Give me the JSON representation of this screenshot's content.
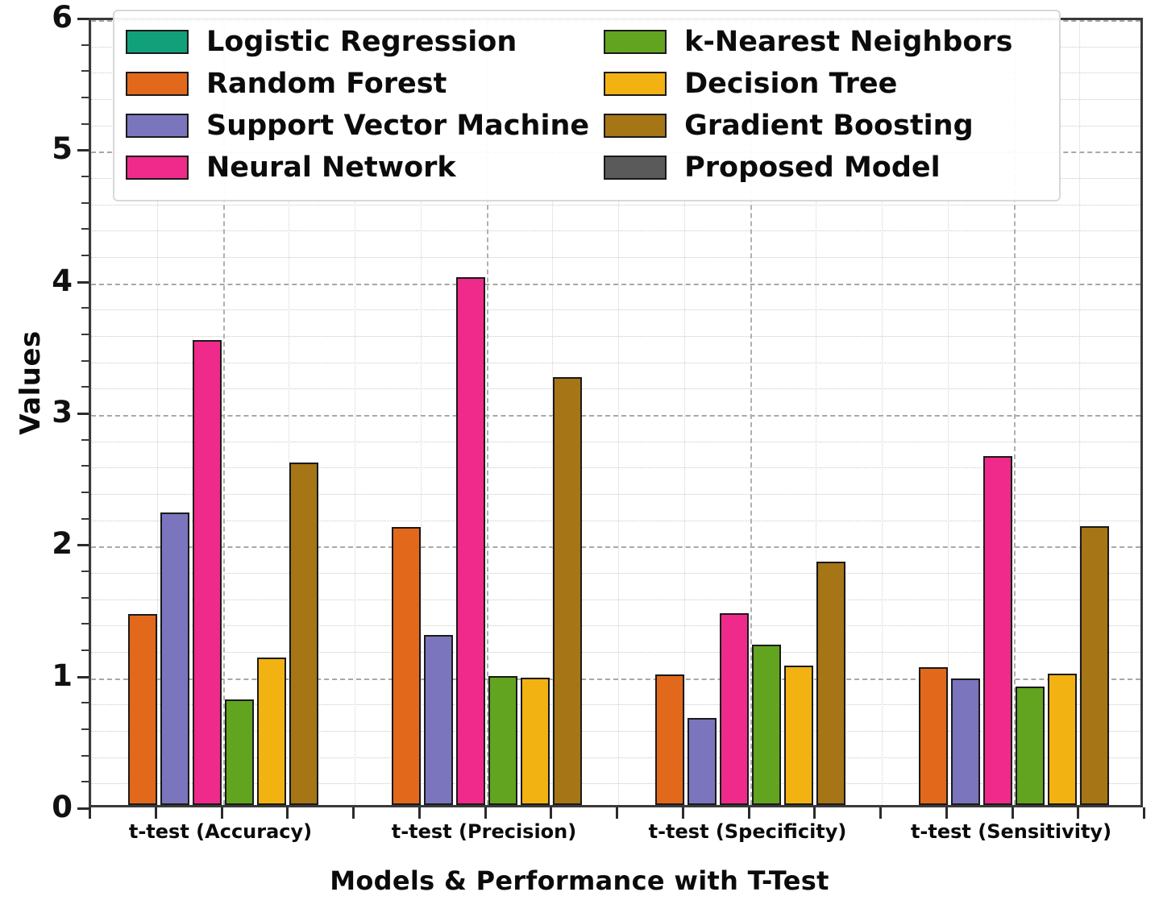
{
  "chart_data": {
    "type": "bar",
    "title": "",
    "xlabel": "Models & Performance with T-Test",
    "ylabel": "Values",
    "ylim": [
      0,
      6
    ],
    "yticks": [
      0,
      1,
      2,
      3,
      4,
      5,
      6
    ],
    "ytick_labels": [
      "0",
      "1",
      "2",
      "3",
      "4",
      "5",
      "6"
    ],
    "grid": true,
    "legend_position": "upper center",
    "legend_columns": 2,
    "categories": [
      "t-test (Accuracy)",
      "t-test (Precision)",
      "t-test (Specificity)",
      "t-test (Sensitivity)"
    ],
    "series": [
      {
        "name": "Logistic Regression",
        "color": "#11a079",
        "values": [
          0.0,
          0.0,
          0.0,
          0.0
        ]
      },
      {
        "name": "Random Forest",
        "color": "#e2691b",
        "values": [
          1.45,
          2.11,
          0.99,
          1.05
        ]
      },
      {
        "name": "Support Vector Machine",
        "color": "#7a75bd",
        "values": [
          2.22,
          1.29,
          0.66,
          0.96
        ]
      },
      {
        "name": "Neural Network",
        "color": "#ef2a8a",
        "values": [
          3.53,
          4.01,
          1.46,
          2.65
        ]
      },
      {
        "name": "k-Nearest Neighbors",
        "color": "#62a420",
        "values": [
          0.8,
          0.98,
          1.22,
          0.9
        ]
      },
      {
        "name": "Decision Tree",
        "color": "#f2b211",
        "values": [
          1.12,
          0.97,
          1.06,
          1.0
        ]
      },
      {
        "name": "Gradient Boosting",
        "color": "#a57516",
        "values": [
          2.6,
          3.25,
          1.85,
          2.12
        ]
      },
      {
        "name": "Proposed Model",
        "color": "#5a5a5a",
        "values": [
          0.0,
          0.0,
          0.0,
          0.0
        ]
      }
    ]
  },
  "legend": {
    "items": [
      {
        "label": "Logistic Regression",
        "color": "#11a079"
      },
      {
        "label": "k-Nearest Neighbors",
        "color": "#62a420"
      },
      {
        "label": "Random Forest",
        "color": "#e2691b"
      },
      {
        "label": "Decision Tree",
        "color": "#f2b211"
      },
      {
        "label": "Support Vector Machine",
        "color": "#7a75bd"
      },
      {
        "label": "Gradient Boosting",
        "color": "#a57516"
      },
      {
        "label": "Neural Network",
        "color": "#ef2a8a"
      },
      {
        "label": "Proposed Model",
        "color": "#5a5a5a"
      }
    ]
  },
  "axes": {
    "y_title": "Values",
    "x_title": "Models & Performance with T-Test"
  }
}
